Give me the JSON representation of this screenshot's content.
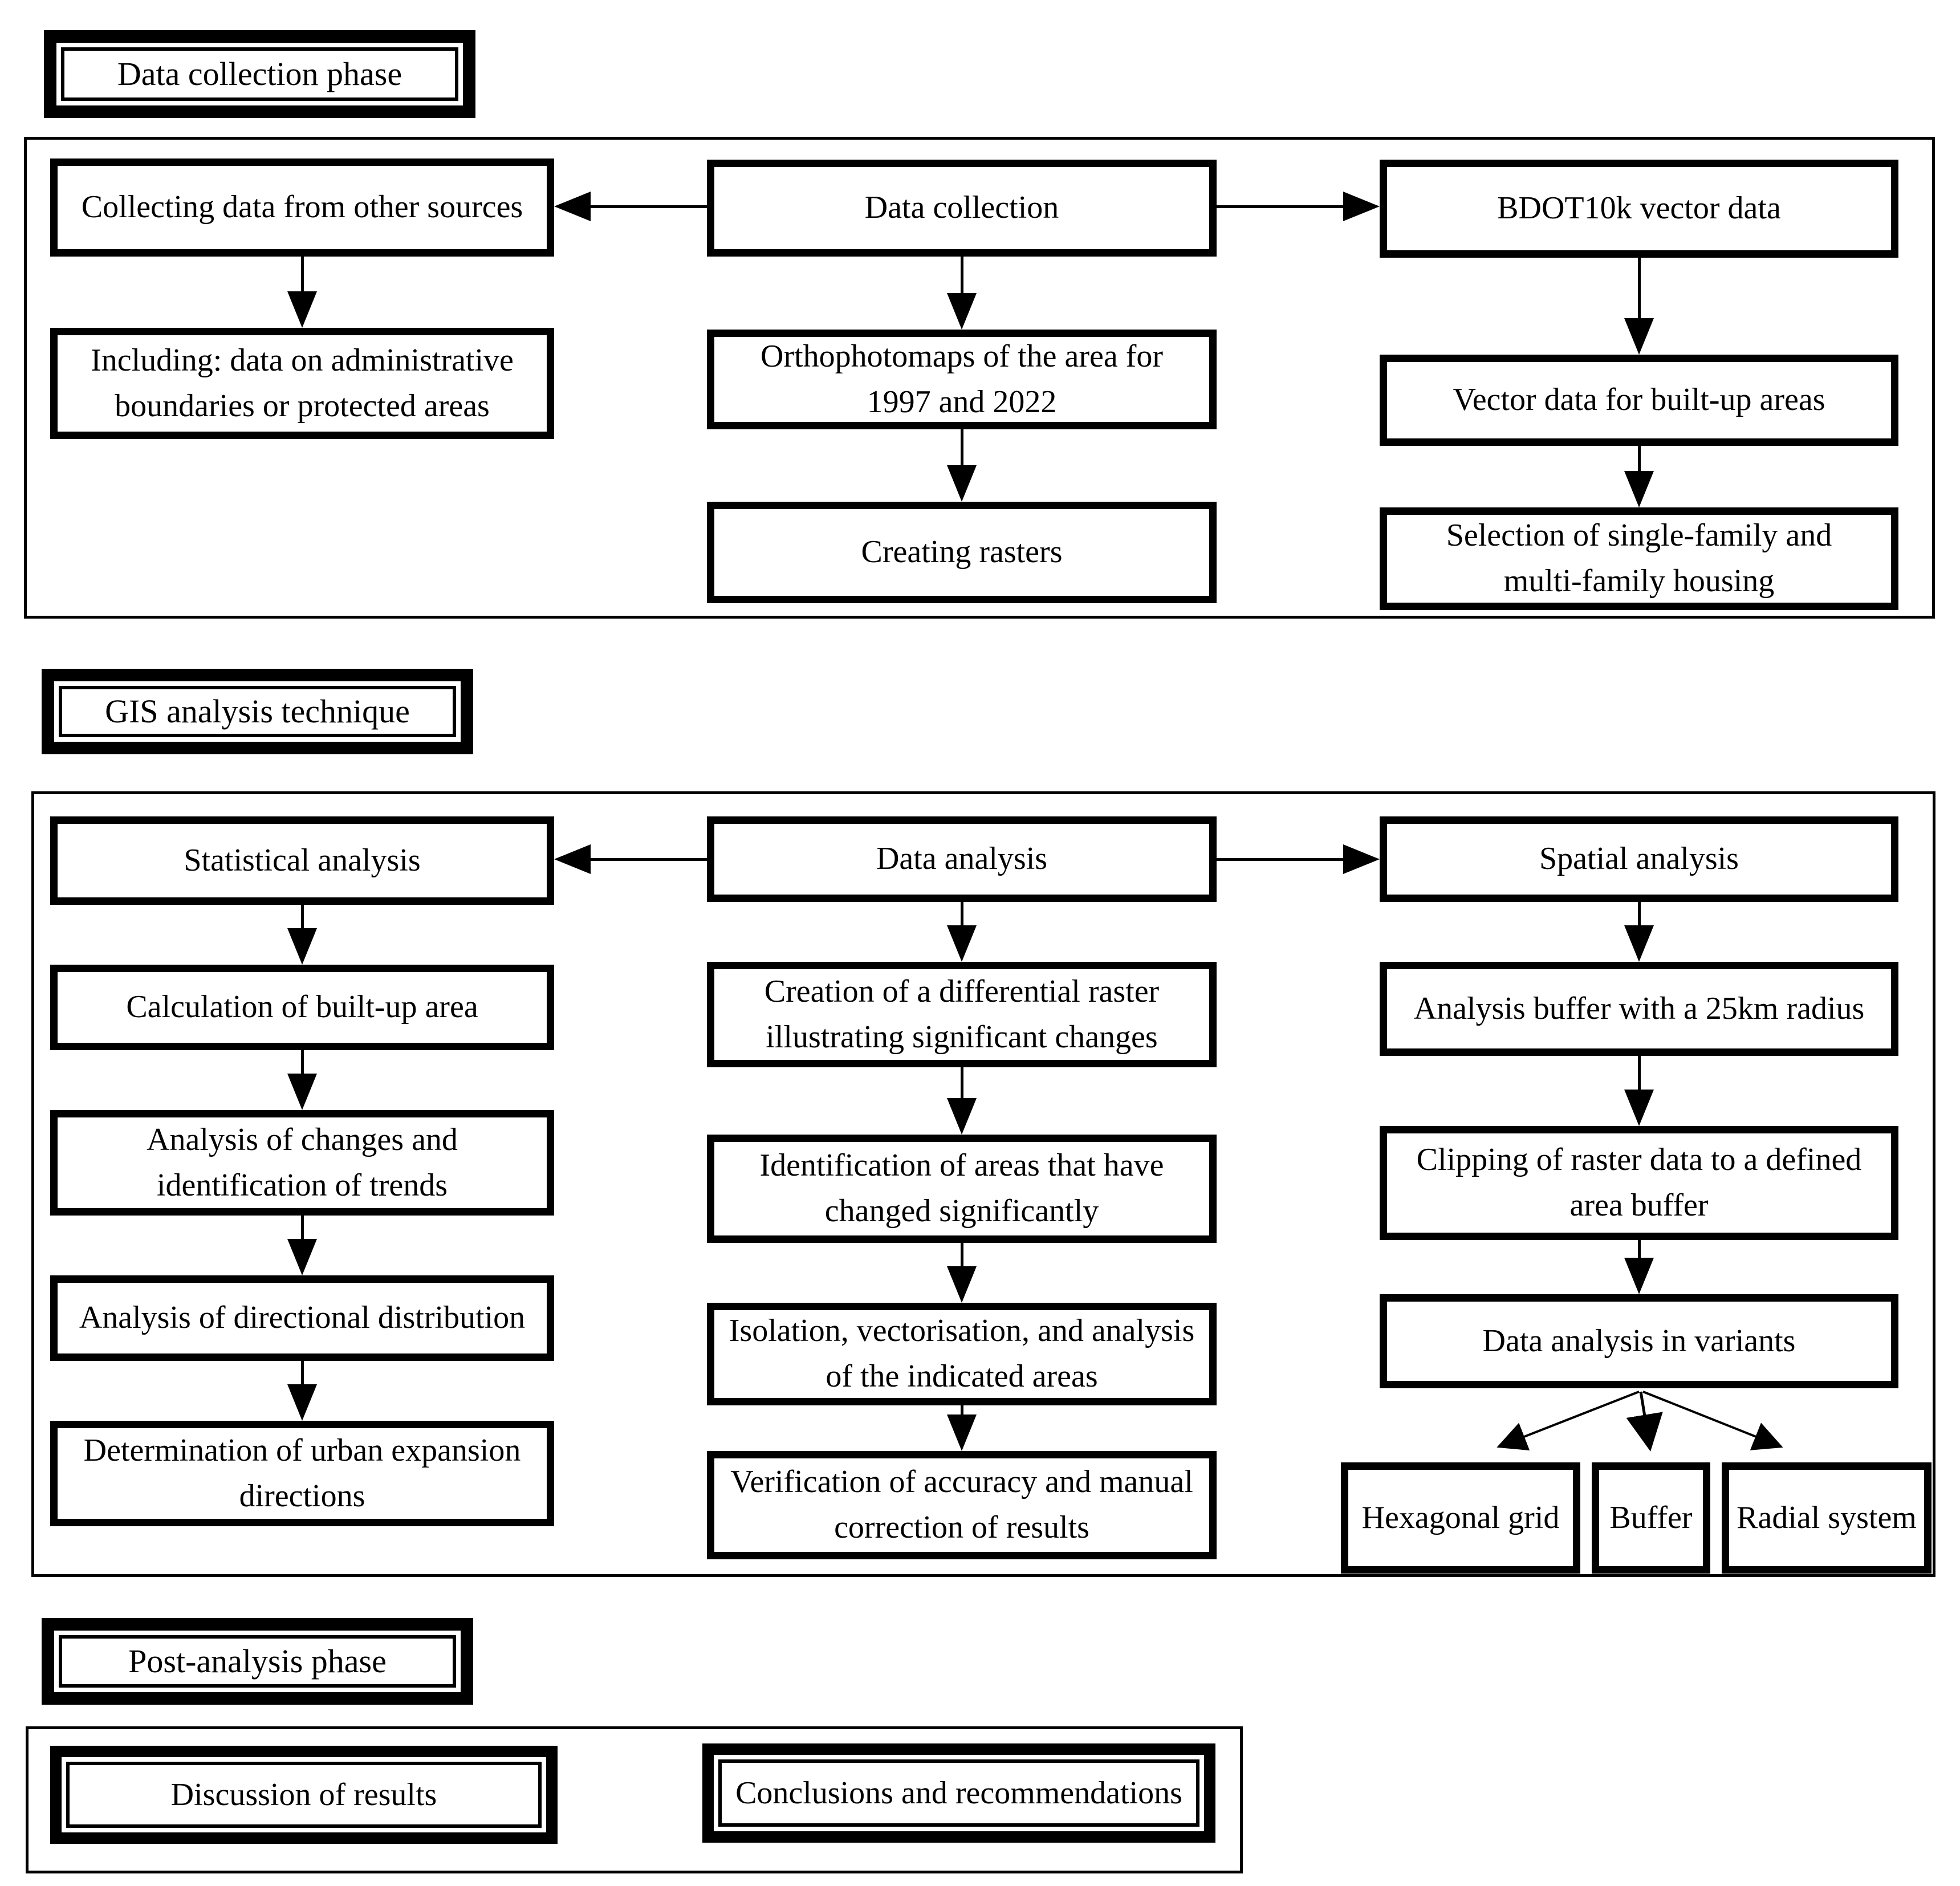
{
  "colors": {
    "ink": "#000000",
    "paper": "#ffffff"
  },
  "phase1": {
    "label": "Data collection phase",
    "left": {
      "collecting": "Collecting data from other sources",
      "including": "Including: data on administrative\nboundaries or protected areas"
    },
    "center": {
      "data_collection": "Data collection",
      "orthophotomaps": "Orthophotomaps of the area for\n1997 and 2022",
      "creating_rasters": "Creating rasters"
    },
    "right": {
      "bdot10k": "BDOT10k vector data",
      "vector_data": "Vector data for built-up areas",
      "selection": "Selection of single-family and\nmulti-family housing"
    }
  },
  "phase2": {
    "label": "GIS analysis technique",
    "left": {
      "statistical": "Statistical analysis",
      "calculation": "Calculation of built-up area",
      "changes": "Analysis of changes and\nidentification of trends",
      "directional": "Analysis of directional distribution",
      "determination": "Determination of urban expansion\ndirections"
    },
    "center": {
      "data_analysis": "Data analysis",
      "creation": "Creation of a differential raster\nillustrating significant changes",
      "identification": "Identification of areas that have\nchanged significantly",
      "isolation": "Isolation, vectorisation, and analysis\nof the indicated areas",
      "verification": "Verification of accuracy and manual\ncorrection of results"
    },
    "right": {
      "spatial": "Spatial analysis",
      "buffer_radius": "Analysis buffer with a 25km radius",
      "clipping": "Clipping of raster data to a defined\narea buffer",
      "variants": "Data analysis in variants",
      "variant_options": [
        "Hexagonal grid",
        "Buffer",
        "Radial system"
      ]
    }
  },
  "phase3": {
    "label": "Post-analysis phase",
    "discussion": "Discussion of results",
    "conclusions": "Conclusions and recommendations"
  }
}
